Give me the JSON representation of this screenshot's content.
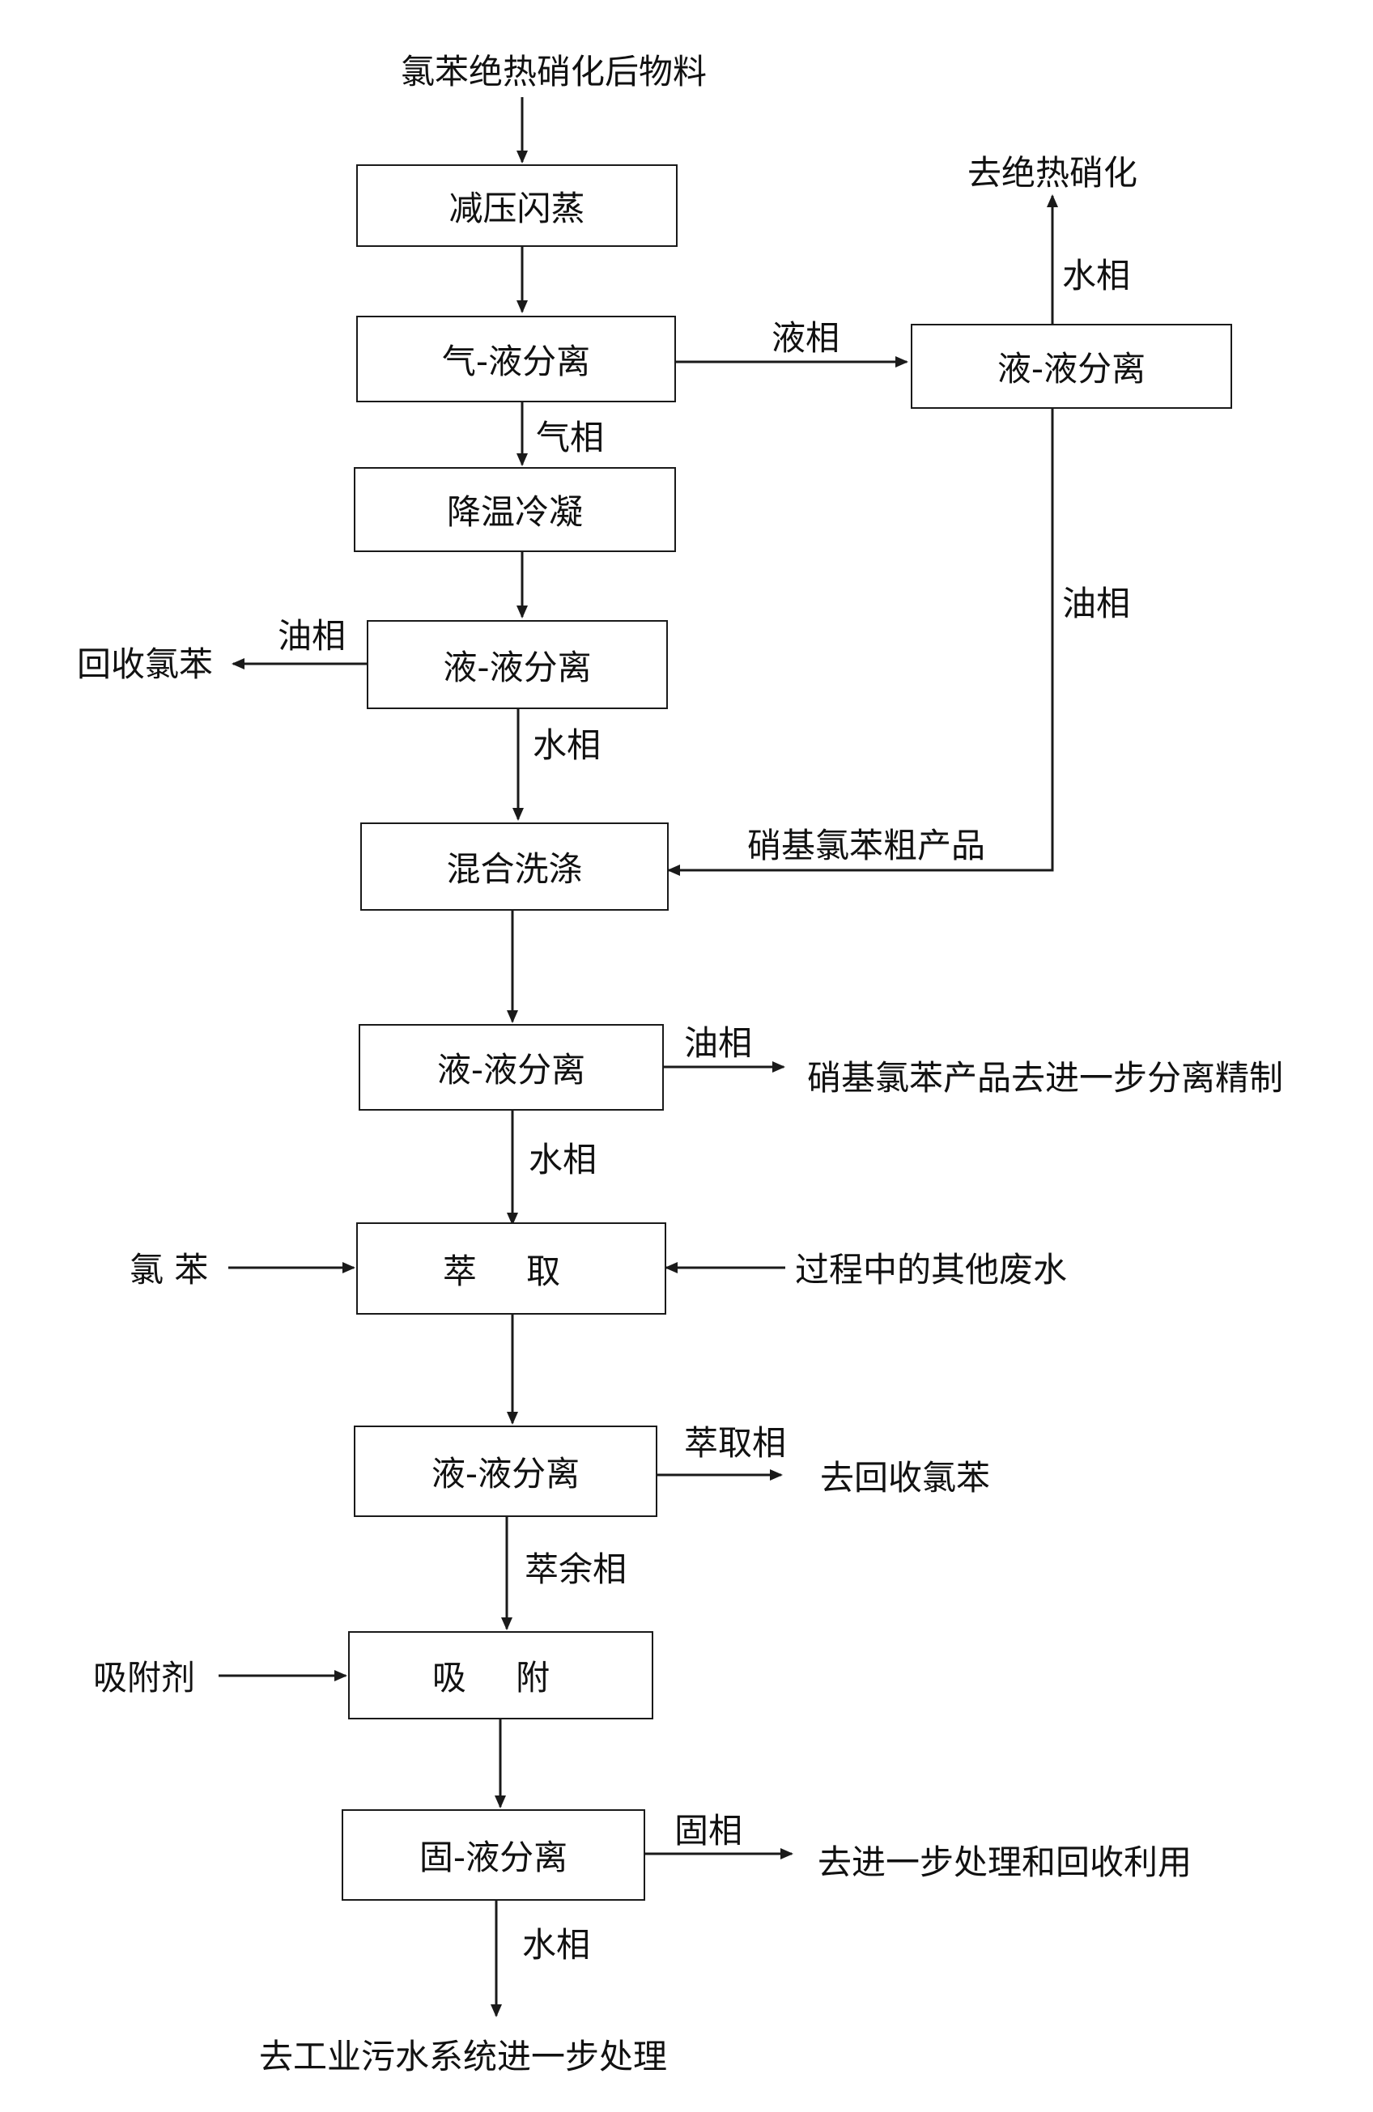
{
  "input_label": "氯苯绝热硝化后物料",
  "boxes": {
    "flash": "减压闪蒸",
    "gl_sep": "气-液分离",
    "ll_sep_top": "液-液分离",
    "cool": "降温冷凝",
    "ll_sep_1": "液-液分离",
    "wash": "混合洗涤",
    "ll_sep_2": "液-液分离",
    "extract": "萃 取",
    "ll_sep_3": "液-液分离",
    "adsorb": "吸 附",
    "sl_sep": "固-液分离"
  },
  "labels": {
    "liquid_phase": "液相",
    "gas_phase": "气相",
    "to_adiabatic": "去绝热硝化",
    "water_phase_top": "水相",
    "oil_phase_right": "油相",
    "oil_phase_left": "油相",
    "recover_cb": "回收氯苯",
    "water_phase_1": "水相",
    "crude_product": "硝基氯苯粗产品",
    "oil_phase_2": "油相",
    "product_refine": "硝基氯苯产品去进一步分离精制",
    "water_phase_2": "水相",
    "cb_input": "氯 苯",
    "other_wastewater": "过程中的其他废水",
    "extract_phase": "萃取相",
    "to_recover_cb": "去回收氯苯",
    "raffinate": "萃余相",
    "adsorbent": "吸附剂",
    "solid_phase": "固相",
    "further_treat": "去进一步处理和回收利用",
    "water_phase_3": "水相",
    "to_sewage": "去工业污水系统进一步处理"
  }
}
